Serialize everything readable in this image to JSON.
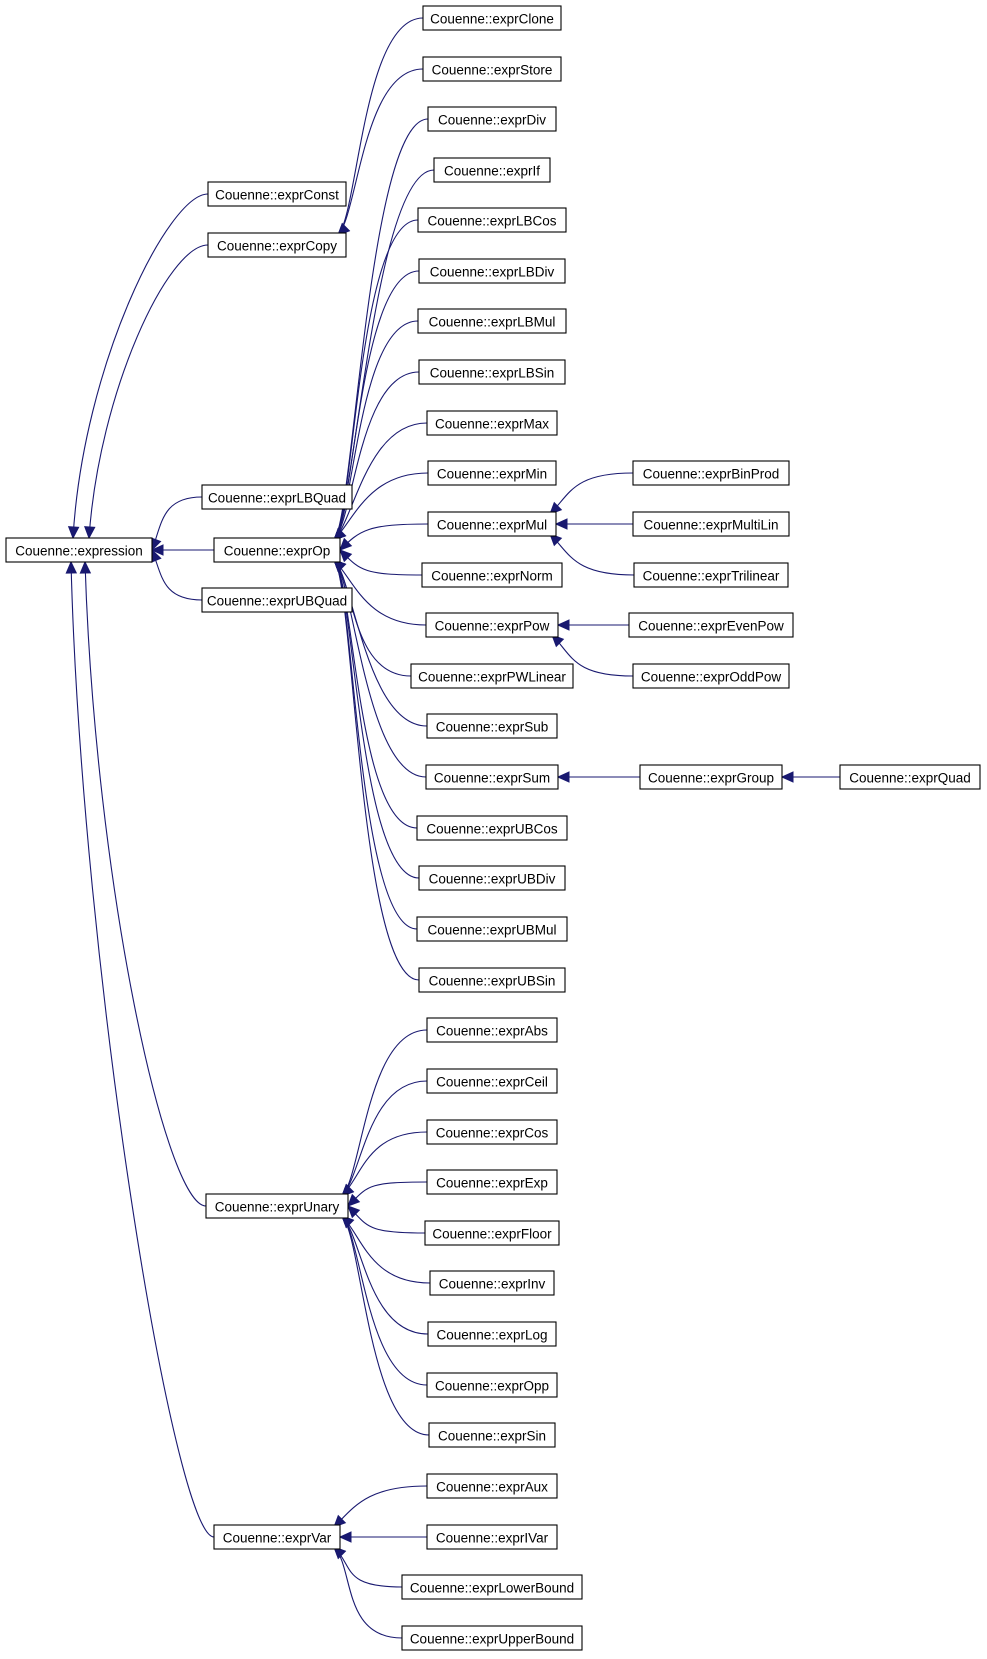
{
  "diagram": {
    "nodes": [
      {
        "id": "expression",
        "label": "Couenne::expression"
      },
      {
        "id": "exprConst",
        "label": "Couenne::exprConst"
      },
      {
        "id": "exprCopy",
        "label": "Couenne::exprCopy"
      },
      {
        "id": "exprLBQuad",
        "label": "Couenne::exprLBQuad"
      },
      {
        "id": "exprOp",
        "label": "Couenne::exprOp"
      },
      {
        "id": "exprUBQuad",
        "label": "Couenne::exprUBQuad"
      },
      {
        "id": "exprUnary",
        "label": "Couenne::exprUnary"
      },
      {
        "id": "exprVar",
        "label": "Couenne::exprVar"
      },
      {
        "id": "exprClone",
        "label": "Couenne::exprClone"
      },
      {
        "id": "exprStore",
        "label": "Couenne::exprStore"
      },
      {
        "id": "exprDiv",
        "label": "Couenne::exprDiv"
      },
      {
        "id": "exprIf",
        "label": "Couenne::exprIf"
      },
      {
        "id": "exprLBCos",
        "label": "Couenne::exprLBCos"
      },
      {
        "id": "exprLBDiv",
        "label": "Couenne::exprLBDiv"
      },
      {
        "id": "exprLBMul",
        "label": "Couenne::exprLBMul"
      },
      {
        "id": "exprLBSin",
        "label": "Couenne::exprLBSin"
      },
      {
        "id": "exprMax",
        "label": "Couenne::exprMax"
      },
      {
        "id": "exprMin",
        "label": "Couenne::exprMin"
      },
      {
        "id": "exprMul",
        "label": "Couenne::exprMul"
      },
      {
        "id": "exprNorm",
        "label": "Couenne::exprNorm"
      },
      {
        "id": "exprPow",
        "label": "Couenne::exprPow"
      },
      {
        "id": "exprPWLinear",
        "label": "Couenne::exprPWLinear"
      },
      {
        "id": "exprSub",
        "label": "Couenne::exprSub"
      },
      {
        "id": "exprSum",
        "label": "Couenne::exprSum"
      },
      {
        "id": "exprUBCos",
        "label": "Couenne::exprUBCos"
      },
      {
        "id": "exprUBDiv",
        "label": "Couenne::exprUBDiv"
      },
      {
        "id": "exprUBMul",
        "label": "Couenne::exprUBMul"
      },
      {
        "id": "exprUBSin",
        "label": "Couenne::exprUBSin"
      },
      {
        "id": "exprBinProd",
        "label": "Couenne::exprBinProd"
      },
      {
        "id": "exprMultiLin",
        "label": "Couenne::exprMultiLin"
      },
      {
        "id": "exprTrilinear",
        "label": "Couenne::exprTrilinear"
      },
      {
        "id": "exprEvenPow",
        "label": "Couenne::exprEvenPow"
      },
      {
        "id": "exprOddPow",
        "label": "Couenne::exprOddPow"
      },
      {
        "id": "exprGroup",
        "label": "Couenne::exprGroup"
      },
      {
        "id": "exprQuad",
        "label": "Couenne::exprQuad"
      },
      {
        "id": "exprAbs",
        "label": "Couenne::exprAbs"
      },
      {
        "id": "exprCeil",
        "label": "Couenne::exprCeil"
      },
      {
        "id": "exprCos",
        "label": "Couenne::exprCos"
      },
      {
        "id": "exprExp",
        "label": "Couenne::exprExp"
      },
      {
        "id": "exprFloor",
        "label": "Couenne::exprFloor"
      },
      {
        "id": "exprInv",
        "label": "Couenne::exprInv"
      },
      {
        "id": "exprLog",
        "label": "Couenne::exprLog"
      },
      {
        "id": "exprOpp",
        "label": "Couenne::exprOpp"
      },
      {
        "id": "exprSin",
        "label": "Couenne::exprSin"
      },
      {
        "id": "exprAux",
        "label": "Couenne::exprAux"
      },
      {
        "id": "exprIVar",
        "label": "Couenne::exprIVar"
      },
      {
        "id": "exprLowerBound",
        "label": "Couenne::exprLowerBound"
      },
      {
        "id": "exprUpperBound",
        "label": "Couenne::exprUpperBound"
      }
    ],
    "edges": [
      {
        "from": "exprConst",
        "to": "expression"
      },
      {
        "from": "exprCopy",
        "to": "expression"
      },
      {
        "from": "exprLBQuad",
        "to": "expression"
      },
      {
        "from": "exprOp",
        "to": "expression"
      },
      {
        "from": "exprUBQuad",
        "to": "expression"
      },
      {
        "from": "exprUnary",
        "to": "expression"
      },
      {
        "from": "exprVar",
        "to": "expression"
      },
      {
        "from": "exprClone",
        "to": "exprCopy"
      },
      {
        "from": "exprStore",
        "to": "exprCopy"
      },
      {
        "from": "exprDiv",
        "to": "exprOp"
      },
      {
        "from": "exprIf",
        "to": "exprOp"
      },
      {
        "from": "exprLBCos",
        "to": "exprOp"
      },
      {
        "from": "exprLBDiv",
        "to": "exprOp"
      },
      {
        "from": "exprLBMul",
        "to": "exprOp"
      },
      {
        "from": "exprLBSin",
        "to": "exprOp"
      },
      {
        "from": "exprMax",
        "to": "exprOp"
      },
      {
        "from": "exprMin",
        "to": "exprOp"
      },
      {
        "from": "exprMul",
        "to": "exprOp"
      },
      {
        "from": "exprNorm",
        "to": "exprOp"
      },
      {
        "from": "exprPow",
        "to": "exprOp"
      },
      {
        "from": "exprPWLinear",
        "to": "exprOp"
      },
      {
        "from": "exprSub",
        "to": "exprOp"
      },
      {
        "from": "exprSum",
        "to": "exprOp"
      },
      {
        "from": "exprUBCos",
        "to": "exprOp"
      },
      {
        "from": "exprUBDiv",
        "to": "exprOp"
      },
      {
        "from": "exprUBMul",
        "to": "exprOp"
      },
      {
        "from": "exprUBSin",
        "to": "exprOp"
      },
      {
        "from": "exprBinProd",
        "to": "exprMul"
      },
      {
        "from": "exprMultiLin",
        "to": "exprMul"
      },
      {
        "from": "exprTrilinear",
        "to": "exprMul"
      },
      {
        "from": "exprEvenPow",
        "to": "exprPow"
      },
      {
        "from": "exprOddPow",
        "to": "exprPow"
      },
      {
        "from": "exprGroup",
        "to": "exprSum"
      },
      {
        "from": "exprQuad",
        "to": "exprGroup"
      },
      {
        "from": "exprAbs",
        "to": "exprUnary"
      },
      {
        "from": "exprCeil",
        "to": "exprUnary"
      },
      {
        "from": "exprCos",
        "to": "exprUnary"
      },
      {
        "from": "exprExp",
        "to": "exprUnary"
      },
      {
        "from": "exprFloor",
        "to": "exprUnary"
      },
      {
        "from": "exprInv",
        "to": "exprUnary"
      },
      {
        "from": "exprLog",
        "to": "exprUnary"
      },
      {
        "from": "exprOpp",
        "to": "exprUnary"
      },
      {
        "from": "exprSin",
        "to": "exprUnary"
      },
      {
        "from": "exprAux",
        "to": "exprVar"
      },
      {
        "from": "exprIVar",
        "to": "exprVar"
      },
      {
        "from": "exprLowerBound",
        "to": "exprVar"
      },
      {
        "from": "exprUpperBound",
        "to": "exprVar"
      }
    ],
    "colors": {
      "edge": "#191970",
      "node_border": "#000000",
      "node_fill": "#ffffff",
      "text": "#000000"
    }
  }
}
